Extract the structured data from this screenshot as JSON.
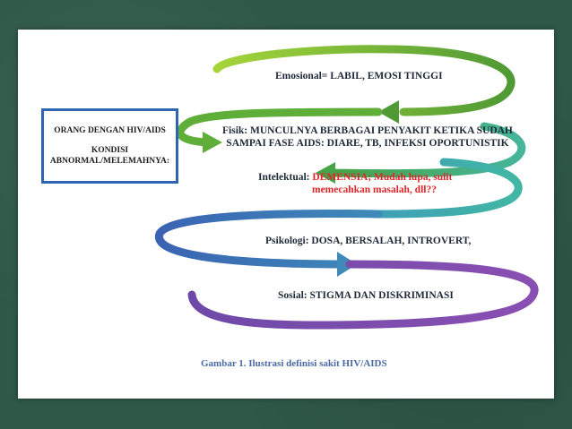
{
  "left_box": {
    "line1": "ORANG DENGAN HIV/AIDS",
    "line2": "KONDISI",
    "line3": "ABNORMAL/MELEMAHNYA:"
  },
  "steps": {
    "emosional": "Emosional= LABIL, EMOSI TINGGI",
    "fisik_line1": "Fisik: MUNCULNYA BERBAGAI PENYAKIT KETIKA SUDAH",
    "fisik_line2": "SAMPAI FASE AIDS: DIARE, TB, INFEKSI OPORTUNISTIK",
    "intelektual_prefix": "Intelektual:",
    "intelektual_red_line1": "DEMENSIA; Mudah lupa, sulit",
    "intelektual_red_line2": "memecahkan masalah, dll??",
    "psikologi": "Psikologi: DOSA, BERSALAH, INTROVERT,",
    "sosial": "Sosial: STIGMA DAN DISKRIMINASI"
  },
  "caption": "Gambar 1. Ilustrasi definisi sakit HIV/AIDS",
  "colors": {
    "green": "#6cb534",
    "teal": "#3fb4a6",
    "blue": "#3d6fb8",
    "purple": "#7a4aa8",
    "frame": "#2e64b0",
    "highlight": "#e0262a"
  }
}
